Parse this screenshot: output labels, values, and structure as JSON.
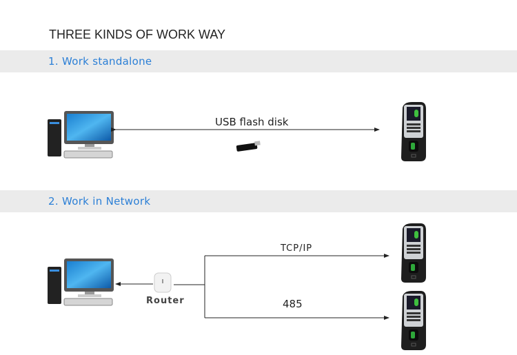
{
  "title": "THREE KINDS OF WORK WAY",
  "sections": [
    {
      "heading": "1. Work standalone",
      "link_label": "USB flash disk"
    },
    {
      "heading": "2. Work in Network",
      "router_label": "Router",
      "links": [
        "TCP/IP",
        "485"
      ]
    }
  ],
  "colors": {
    "heading": "#2b7fd6",
    "band": "#ebebeb"
  }
}
